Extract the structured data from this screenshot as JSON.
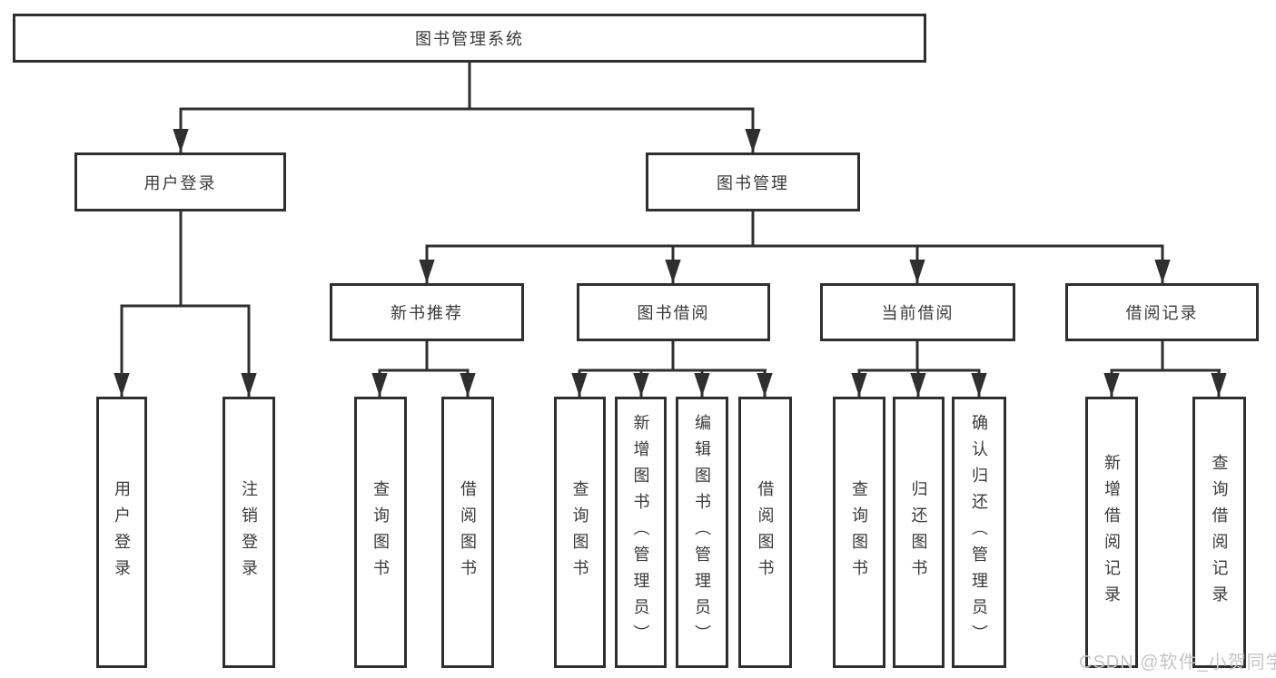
{
  "diagram": {
    "root": {
      "label": "图书管理系统",
      "children": [
        {
          "label": "用户登录",
          "children": [
            {
              "label": "用户登录"
            },
            {
              "label": "注销登录"
            }
          ]
        },
        {
          "label": "图书管理",
          "children": [
            {
              "label": "新书推荐",
              "children": [
                {
                  "label": "查询图书"
                },
                {
                  "label": "借阅图书"
                }
              ]
            },
            {
              "label": "图书借阅",
              "children": [
                {
                  "label": "查询图书"
                },
                {
                  "label": "新增图书（管理员）"
                },
                {
                  "label": "编辑图书（管理员）"
                },
                {
                  "label": "借阅图书"
                }
              ]
            },
            {
              "label": "当前借阅",
              "children": [
                {
                  "label": "查询图书"
                },
                {
                  "label": "归还图书"
                },
                {
                  "label": "确认归还（管理员）"
                }
              ]
            },
            {
              "label": "借阅记录",
              "children": [
                {
                  "label": "新增借阅记录"
                },
                {
                  "label": "查询借阅记录"
                }
              ]
            }
          ]
        }
      ]
    }
  },
  "watermark": {
    "text": "CSDN @软件_小贺同学"
  },
  "colors": {
    "line": "#2f2f2f",
    "text": "#3a3a3a",
    "watermark": "#c6c6c6",
    "background": "#ffffff"
  }
}
